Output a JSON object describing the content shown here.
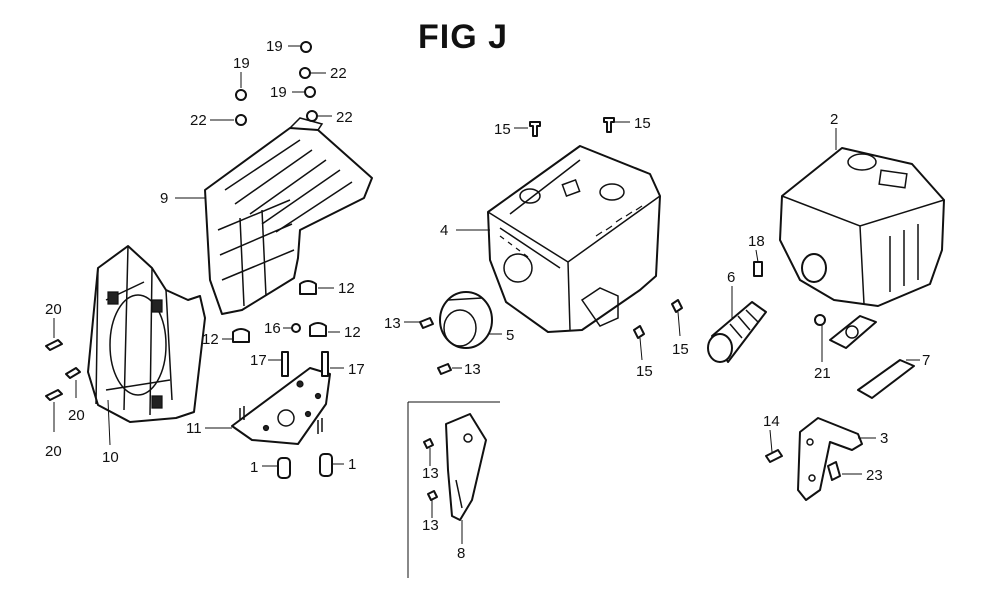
{
  "title": "FIG J",
  "callouts": [
    {
      "id": "c19a",
      "label": "19"
    },
    {
      "id": "c22a",
      "label": "22"
    },
    {
      "id": "c19b",
      "label": "19"
    },
    {
      "id": "c19c",
      "label": "19"
    },
    {
      "id": "c22b",
      "label": "22"
    },
    {
      "id": "c22c",
      "label": "22"
    },
    {
      "id": "c9",
      "label": "9"
    },
    {
      "id": "c12a",
      "label": "12"
    },
    {
      "id": "c12b",
      "label": "12"
    },
    {
      "id": "c16",
      "label": "16"
    },
    {
      "id": "c12c",
      "label": "12"
    },
    {
      "id": "c17a",
      "label": "17"
    },
    {
      "id": "c17b",
      "label": "17"
    },
    {
      "id": "c20a",
      "label": "20"
    },
    {
      "id": "c20b",
      "label": "20"
    },
    {
      "id": "c20c",
      "label": "20"
    },
    {
      "id": "c10",
      "label": "10"
    },
    {
      "id": "c11",
      "label": "11"
    },
    {
      "id": "c1a",
      "label": "1"
    },
    {
      "id": "c1b",
      "label": "1"
    },
    {
      "id": "c15a",
      "label": "15"
    },
    {
      "id": "c15b",
      "label": "15"
    },
    {
      "id": "c4",
      "label": "4"
    },
    {
      "id": "c13a",
      "label": "13"
    },
    {
      "id": "c5",
      "label": "5"
    },
    {
      "id": "c13b",
      "label": "13"
    },
    {
      "id": "c15c",
      "label": "15"
    },
    {
      "id": "c15d",
      "label": "15"
    },
    {
      "id": "c13c",
      "label": "13"
    },
    {
      "id": "c13d",
      "label": "13"
    },
    {
      "id": "c8",
      "label": "8"
    },
    {
      "id": "c2",
      "label": "2"
    },
    {
      "id": "c18",
      "label": "18"
    },
    {
      "id": "c6",
      "label": "6"
    },
    {
      "id": "c21",
      "label": "21"
    },
    {
      "id": "c7",
      "label": "7"
    },
    {
      "id": "c14",
      "label": "14"
    },
    {
      "id": "c3",
      "label": "3"
    },
    {
      "id": "c23",
      "label": "23"
    }
  ]
}
